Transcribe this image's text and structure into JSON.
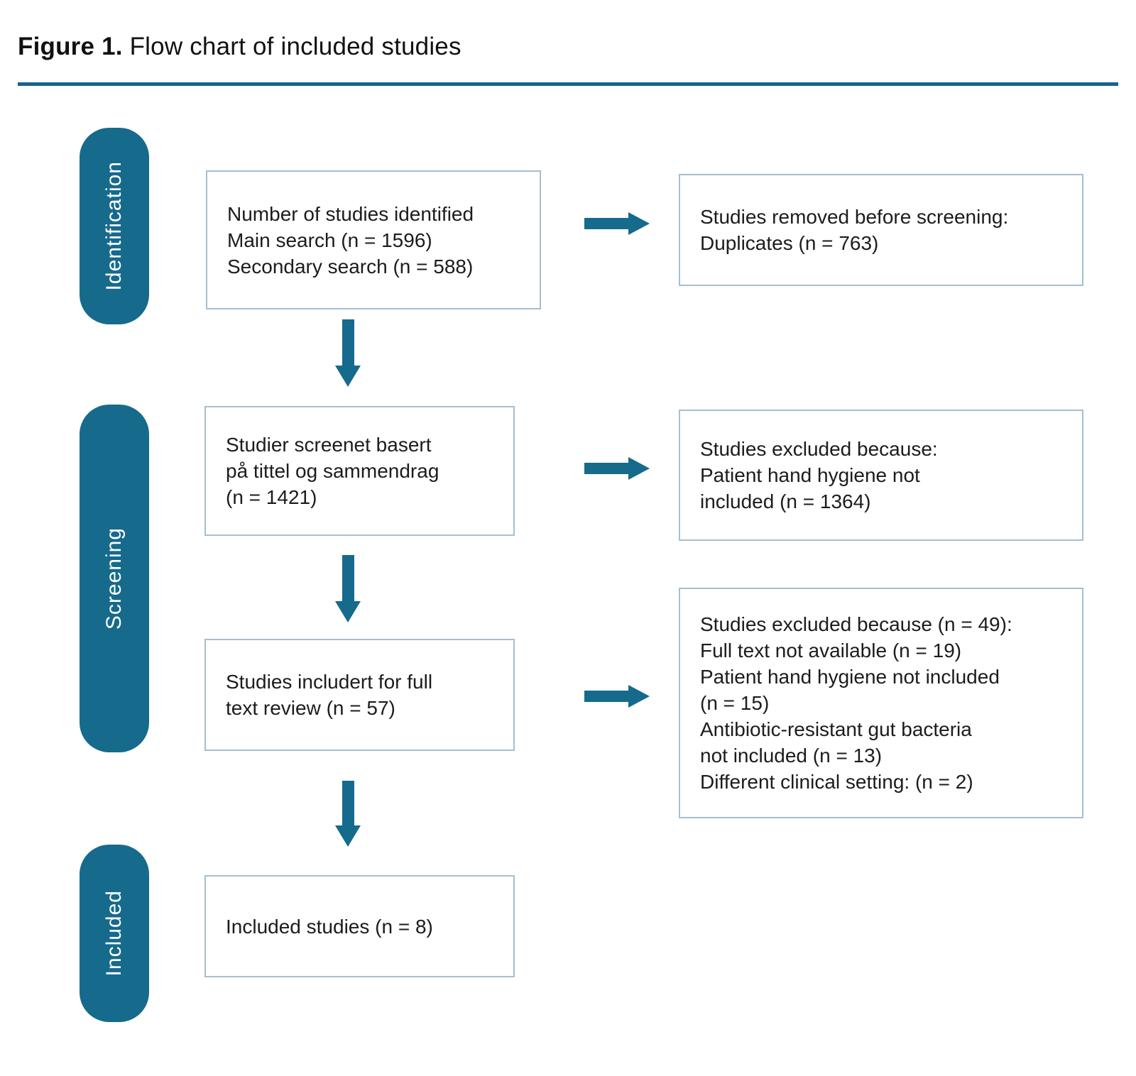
{
  "title": {
    "prefix": "Figure 1.",
    "rest": " Flow chart of included studies"
  },
  "colors": {
    "accent_teal": "#166a8c",
    "divider": "#15648a",
    "box_border": "#a5bfd0",
    "text": "#1c1c1c"
  },
  "stages": [
    {
      "label": "Identification"
    },
    {
      "label": "Screening"
    },
    {
      "label": "Included"
    }
  ],
  "boxes": {
    "identified": {
      "lines": [
        "Number of studies identified",
        "Main search (n = 1596)",
        "Secondary search (n = 588)"
      ]
    },
    "removed": {
      "lines": [
        "Studies removed before screening:",
        "Duplicates (n = 763)"
      ]
    },
    "screened": {
      "lines": [
        "Studier screenet basert",
        "på tittel og sammendrag",
        "(n = 1421)"
      ]
    },
    "excluded_screening": {
      "lines": [
        "Studies excluded because:",
        "Patient hand hygiene not",
        "included (n = 1364)"
      ]
    },
    "fulltext": {
      "lines": [
        "Studies includert for full",
        "text review (n = 57)"
      ]
    },
    "excluded_fulltext": {
      "lines": [
        "Studies excluded because (n = 49):",
        "Full text not available (n = 19)",
        "Patient hand hygiene not included",
        "(n = 15)",
        "Antibiotic-resistant gut bacteria",
        "not included (n = 13)",
        "Different clinical setting: (n = 2)"
      ]
    },
    "included": {
      "lines": [
        "Included studies (n = 8)"
      ]
    }
  }
}
